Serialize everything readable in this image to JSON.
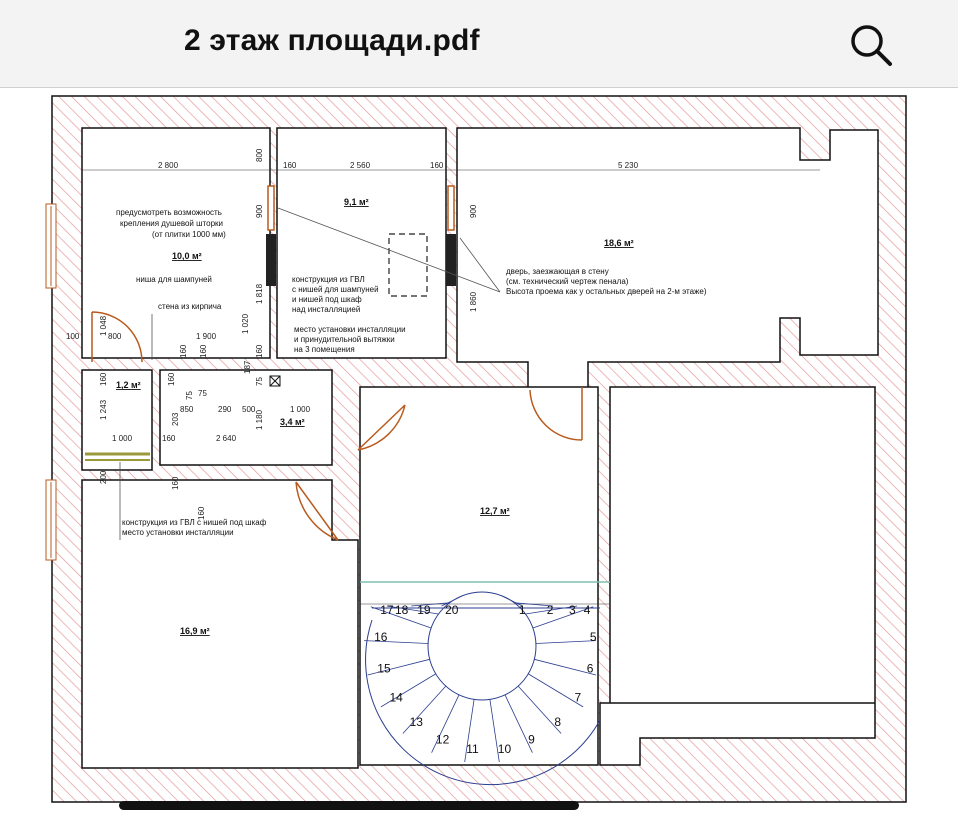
{
  "header": {
    "title": "2 этаж площади.pdf",
    "search_icon": "search-icon"
  },
  "plan": {
    "rooms": [
      {
        "id": "room-a",
        "area": "10,0 м²"
      },
      {
        "id": "room-b",
        "area": "9,1 м²"
      },
      {
        "id": "room-c",
        "area": "18,6 м²"
      },
      {
        "id": "room-d",
        "area": "1,2 м²"
      },
      {
        "id": "room-e",
        "area": "3,4 м²"
      },
      {
        "id": "room-f",
        "area": "12,7 м²"
      },
      {
        "id": "room-g",
        "area": "16,9 м²"
      }
    ],
    "notes": {
      "shower_1": "предусмотреть возможность",
      "shower_2": "крепления душевой шторки",
      "shower_3": "(от плитки 1000 мм)",
      "niche": "ниша для шампуней",
      "brick": "стена из кирпича",
      "gvl_1": "конструкция из ГВЛ",
      "gvl_2": "с нишей для шампуней",
      "gvl_3": "и нишей под шкаф",
      "gvl_4": "над инсталляцией",
      "install_1": "место установки инсталляции",
      "install_2": "и принудительной вытяжки",
      "install_3": "на 3 помещения",
      "door_1": "дверь, заезжающая в стену",
      "door_2": "(см. технический чертеж пенала)",
      "door_3": "Высота проема как у остальных дверей на 2-м этаже)",
      "gvl2_1": "конструкция из ГВЛ с нишей под шкаф",
      "gvl2_2": "место установки инсталляции"
    },
    "dims": {
      "d2800": "2 800",
      "d2560": "2 560",
      "d5230": "5 230",
      "d800a": "800",
      "d160a": "160",
      "d160b": "160",
      "d900a": "900",
      "d900b": "900",
      "d1818": "1 818",
      "d1020": "1 020",
      "d1860": "1 860",
      "d100": "100",
      "d800b": "800",
      "d1900": "1 900",
      "d1048": "1 048",
      "d160c": "160",
      "d160d": "160",
      "d160e": "160",
      "d187": "187",
      "d75a": "75",
      "d1243": "1 243",
      "d160f": "160",
      "d160g": "160",
      "d75b": "75",
      "d75c": "75",
      "d850": "850",
      "d290": "290",
      "d500": "500",
      "d1000a": "1 000",
      "d1000b": "1 000",
      "d160h": "160",
      "d2640": "2 640",
      "d1180": "1 180",
      "d160i": "160",
      "d200": "200",
      "d160j": "160",
      "d203": "203"
    },
    "stairs": [
      "1",
      "2",
      "3",
      "4",
      "5",
      "6",
      "7",
      "8",
      "9",
      "10",
      "11",
      "12",
      "13",
      "14",
      "15",
      "16",
      "17",
      "18",
      "19",
      "20"
    ]
  },
  "colors": {
    "hatch": "#e49a9a",
    "wall": "#111111",
    "door": "#b85a1c",
    "stair": "#2a3d8f",
    "glass": "#7fbfb2"
  }
}
